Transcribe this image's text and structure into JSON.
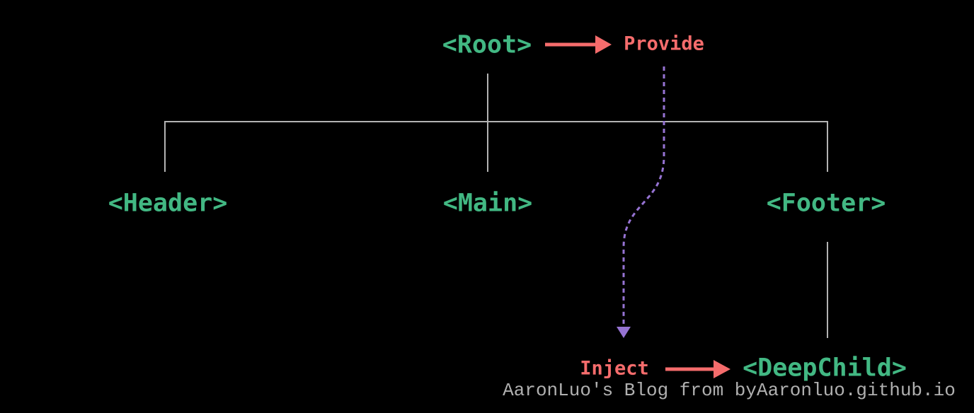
{
  "diagram": {
    "title": "provide / inject component tree",
    "nodes": {
      "root": {
        "label": "<Root>"
      },
      "header": {
        "label": "<Header>"
      },
      "main": {
        "label": "<Main>"
      },
      "footer": {
        "label": "<Footer>"
      },
      "deep_child": {
        "label": "<DeepChild>"
      }
    },
    "annotations": {
      "provide": {
        "label": "Provide"
      },
      "inject": {
        "label": "Inject"
      }
    },
    "edges": [
      {
        "from": "root",
        "to": "header",
        "style": "solid-tree-line"
      },
      {
        "from": "root",
        "to": "main",
        "style": "solid-tree-line"
      },
      {
        "from": "root",
        "to": "footer",
        "style": "solid-tree-line"
      },
      {
        "from": "footer",
        "to": "deep_child",
        "style": "solid-tree-line"
      },
      {
        "from": "provide",
        "to": "inject",
        "style": "dashed-flow-arrow"
      },
      {
        "from": "root",
        "to": "provide",
        "style": "solid-red-arrow"
      },
      {
        "from": "inject",
        "to": "deep_child",
        "style": "solid-red-arrow"
      }
    ]
  },
  "watermark": {
    "text": "AaronLuo's Blog from byAaronluo.github.io"
  },
  "colors": {
    "background": "#000000",
    "node_text": "#42b883",
    "annotation_text": "#f56c6c",
    "arrow": "#f56c6c",
    "tree_line": "#b3b3b3",
    "dashed_flow": "#9673d3",
    "watermark_text": "#b0b0b0"
  }
}
